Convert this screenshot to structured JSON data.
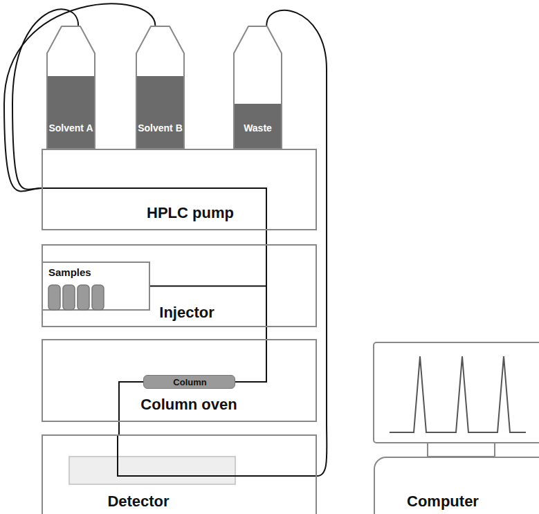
{
  "diagram": {
    "nodes": [
      {
        "text": [
          "Solvent A"
        ]
      },
      {
        "text": [
          "Solvent B"
        ]
      },
      {
        "text": [
          "Waste"
        ]
      },
      {
        "text": [
          "HPLC pump"
        ]
      },
      {
        "text": [
          "Injector"
        ]
      },
      {
        "text": [
          "Samples"
        ],
        "in": 4
      },
      {
        "text": [
          "Column oven"
        ]
      },
      {
        "text": [
          "Column"
        ],
        "in": 6
      },
      {
        "text": [
          "Detector"
        ]
      },
      {
        "text": [
          "Computer"
        ]
      }
    ],
    "edges": [
      {
        "from": 0,
        "to": 3,
        "arrow": "none"
      },
      {
        "from": 1,
        "to": 3,
        "arrow": "none"
      },
      {
        "from": 3,
        "to": 7,
        "arrow": "none"
      },
      {
        "from": 5,
        "to": 7,
        "arrow": "none"
      },
      {
        "from": 7,
        "to": 8,
        "arrow": "none"
      },
      {
        "from": 8,
        "to": 2,
        "arrow": "none"
      }
    ]
  }
}
